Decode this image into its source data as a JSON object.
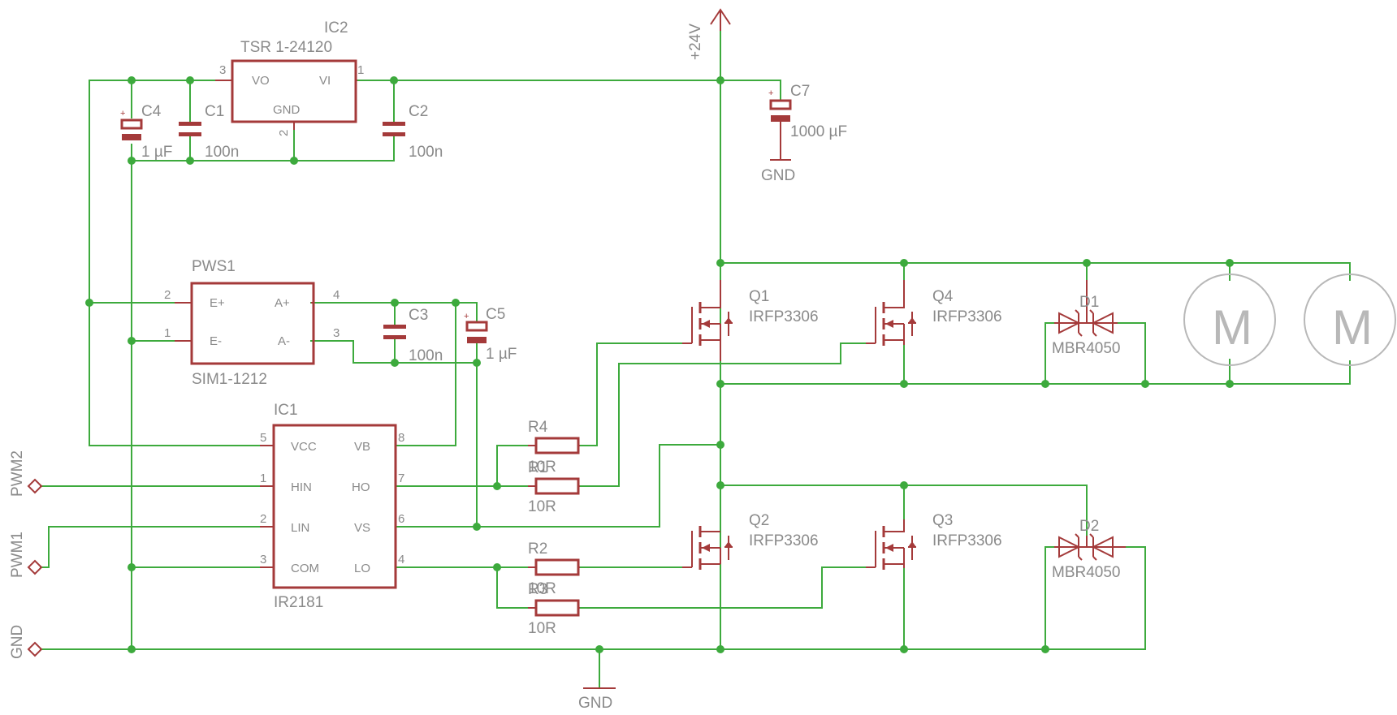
{
  "supply": {
    "label": "+24V"
  },
  "ground_label": "GND",
  "ports": [
    {
      "id": "pwm2",
      "label": "PWM2"
    },
    {
      "id": "pwm1",
      "label": "PWM1"
    },
    {
      "id": "gnd",
      "label": "GND"
    }
  ],
  "ic2": {
    "ref": "IC2",
    "value": "TSR 1-24120",
    "pins": {
      "vo": "VO",
      "vi": "VI",
      "gnd": "GND",
      "n3": "3",
      "n1": "1",
      "n2": "2"
    }
  },
  "pws1": {
    "ref": "PWS1",
    "value": "SIM1-1212",
    "pins": {
      "ep": "E+",
      "en": "E-",
      "ap": "A+",
      "an": "A-",
      "n2": "2",
      "n1": "1",
      "n4": "4",
      "n3": "3"
    }
  },
  "ic1": {
    "ref": "IC1",
    "value": "IR2181",
    "pins": {
      "vcc": "VCC",
      "hin": "HIN",
      "lin": "LIN",
      "com": "COM",
      "vb": "VB",
      "ho": "HO",
      "vs": "VS",
      "lo": "LO",
      "n5": "5",
      "n1": "1",
      "n2": "2",
      "n3": "3",
      "n8": "8",
      "n7": "7",
      "n6": "6",
      "n4": "4"
    }
  },
  "capacitors": {
    "c1": {
      "ref": "C1",
      "value": "100n"
    },
    "c2": {
      "ref": "C2",
      "value": "100n"
    },
    "c3": {
      "ref": "C3",
      "value": "100n"
    },
    "c4": {
      "ref": "C4",
      "value": "1 µF"
    },
    "c5": {
      "ref": "C5",
      "value": "1 µF"
    },
    "c7": {
      "ref": "C7",
      "value": "1000 µF"
    }
  },
  "resistors": {
    "r1": {
      "ref": "R1",
      "value": "10R"
    },
    "r2": {
      "ref": "R2",
      "value": "10R"
    },
    "r3": {
      "ref": "R3",
      "value": "10R"
    },
    "r4": {
      "ref": "R4",
      "value": "10R"
    }
  },
  "mosfets": {
    "q1": {
      "ref": "Q1",
      "value": "IRFP3306"
    },
    "q2": {
      "ref": "Q2",
      "value": "IRFP3306"
    },
    "q3": {
      "ref": "Q3",
      "value": "IRFP3306"
    },
    "q4": {
      "ref": "Q4",
      "value": "IRFP3306"
    }
  },
  "diodes": {
    "d1": {
      "ref": "D1",
      "value": "MBR4050"
    },
    "d2": {
      "ref": "D2",
      "value": "MBR4050"
    }
  },
  "motors": {
    "label": "M"
  },
  "colors": {
    "wire": "#3daa3d",
    "part": "#a43a3a",
    "text": "#8a8a8a",
    "motor": "#b8b8b8",
    "background": "#ffffff"
  }
}
